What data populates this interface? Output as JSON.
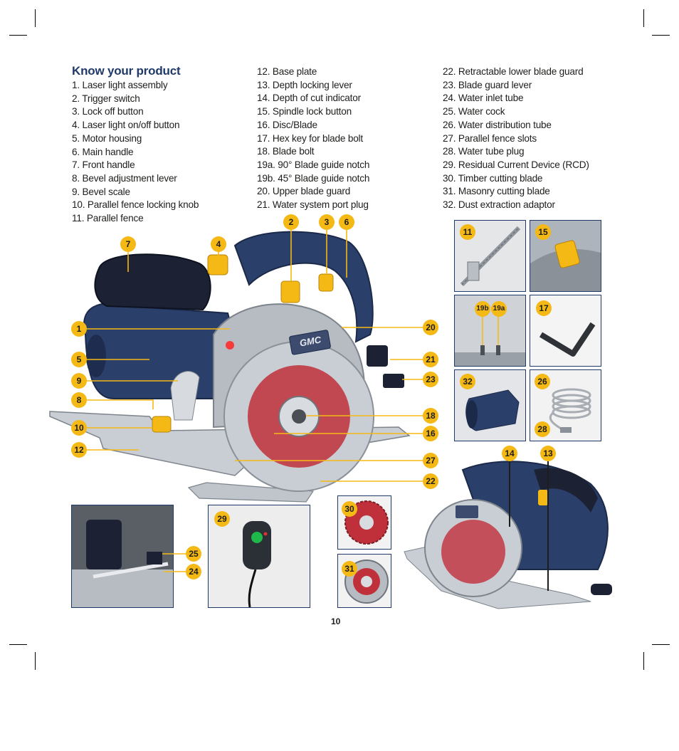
{
  "title": "Know your product",
  "columns": [
    [
      "1. Laser light assembly",
      "2. Trigger switch",
      "3. Lock off button",
      "4. Laser light on/off button",
      "5. Motor housing",
      "6. Main handle",
      "7. Front handle",
      "8. Bevel adjustment lever",
      "9. Bevel scale",
      "10. Parallel fence locking knob",
      "11. Parallel fence"
    ],
    [
      "12. Base plate",
      "13. Depth locking lever",
      "14. Depth of cut indicator",
      "15. Spindle lock button",
      "16. Disc/Blade",
      "17. Hex key for blade bolt",
      "18. Blade bolt",
      "19a. 90° Blade guide notch",
      "19b. 45° Blade guide notch",
      "20. Upper blade guard",
      "21. Water system port plug"
    ],
    [
      "22. Retractable lower blade guard",
      "23. Blade guard lever",
      "24. Water inlet tube",
      "25. Water cock",
      "26. Water distribution tube",
      "27. Parallel fence slots",
      "28. Water tube plug",
      "29. Residual Current Device (RCD)",
      "30. Timber cutting blade",
      "31. Masonry cutting blade",
      "32. Dust extraction adaptor"
    ]
  ],
  "callouts": {
    "c1": "1",
    "c2": "2",
    "c3": "3",
    "c4": "4",
    "c5": "5",
    "c6": "6",
    "c7": "7",
    "c8": "8",
    "c9": "9",
    "c10": "10",
    "c11": "11",
    "c12": "12",
    "c13": "13",
    "c14": "14",
    "c15": "15",
    "c16": "16",
    "c17": "17",
    "c18": "18",
    "c19a": "19a",
    "c19b": "19b",
    "c20": "20",
    "c21": "21",
    "c22": "22",
    "c23": "23",
    "c24": "24",
    "c25": "25",
    "c26": "26",
    "c27": "27",
    "c28": "28",
    "c29": "29",
    "c30": "30",
    "c31": "31",
    "c32": "32"
  },
  "saw_label": "GMC",
  "page_number": "10",
  "colors": {
    "accent": "#f5b915",
    "heading": "#1f3a68",
    "housing": "#2b3f6b",
    "metal": "#b7bcc3",
    "blade": "#c0303a"
  }
}
